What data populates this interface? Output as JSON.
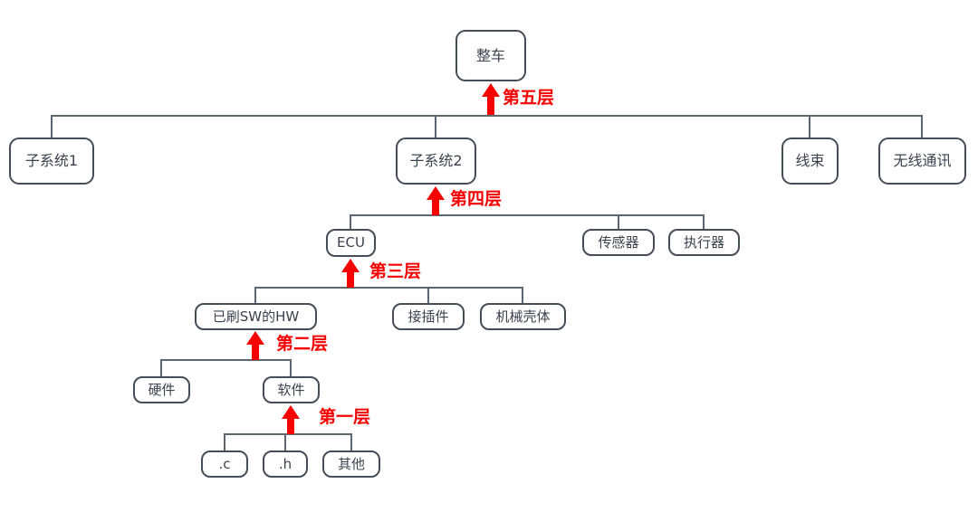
{
  "diagram": {
    "title": "vehicle-system-decomposition-tree",
    "nodes": {
      "vehicle": "整车",
      "subsystem1": "子系统1",
      "subsystem2": "子系统2",
      "harness": "线束",
      "wireless": "无线通讯",
      "ecu": "ECU",
      "sensor": "传感器",
      "actuator": "执行器",
      "hw_with_sw": "已刷SW的HW",
      "connector": "接插件",
      "housing": "机械壳体",
      "hardware": "硬件",
      "software": "软件",
      "c_file": ".c",
      "h_file": ".h",
      "other": "其他"
    },
    "levels": {
      "l5": "第五层",
      "l4": "第四层",
      "l3": "第三层",
      "l2": "第二层",
      "l1": "第一层"
    },
    "edges": [
      {
        "from": "整车",
        "to": [
          "子系统1",
          "子系统2",
          "线束",
          "无线通讯"
        ],
        "level_label": "第五层"
      },
      {
        "from": "子系统2",
        "to": [
          "ECU",
          "传感器",
          "执行器"
        ],
        "level_label": "第四层"
      },
      {
        "from": "ECU",
        "to": [
          "已刷SW的HW",
          "接插件",
          "机械壳体"
        ],
        "level_label": "第三层"
      },
      {
        "from": "已刷SW的HW",
        "to": [
          "硬件",
          "软件"
        ],
        "level_label": "第二层"
      },
      {
        "from": "软件",
        "to": [
          ".c",
          ".h",
          "其他"
        ],
        "level_label": "第一层"
      }
    ],
    "colors": {
      "accent_red": "#F60000",
      "box_border": "#454D57",
      "connector_line": "#5B6670",
      "text": "#3B424C",
      "background": "#FFFFFF"
    }
  }
}
